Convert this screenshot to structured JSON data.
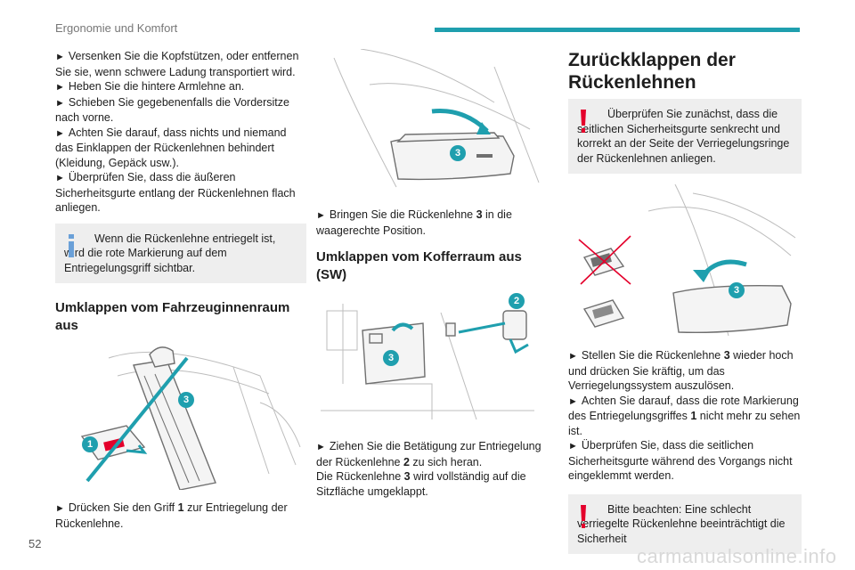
{
  "header": {
    "section_title": "Ergonomie und Komfort"
  },
  "footer": {
    "page_number": "52",
    "watermark": "carmanualsonline.info"
  },
  "colors": {
    "accent": "#1f9fae",
    "warning": "#e4002b",
    "info": "#6aa0d8",
    "note_bg": "#eeeeee"
  },
  "col1": {
    "bullets": [
      "Versenken Sie die Kopfstützen, oder entfernen Sie sie, wenn schwere Ladung transportiert wird.",
      "Heben Sie die hintere Armlehne an.",
      "Schieben Sie gegebenenfalls die Vordersitze nach vorne.",
      "Achten Sie darauf, dass nichts und niemand das Einklappen der Rückenlehnen behindert (Kleidung, Gepäck usw.).",
      "Überprüfen Sie, dass die äußeren Sicherheitsgurte entlang der Rückenlehnen flach anliegen."
    ],
    "info_note": "Wenn die Rückenlehne entriegelt ist, wird die rote Markierung auf dem Entriegelungsgriff sichtbar.",
    "heading": "Umklappen vom Fahrzeuginnenraum aus",
    "fig_labels": [
      "1",
      "3"
    ],
    "step_pre": "Drücken Sie den Griff ",
    "step_num": "1",
    "step_post": " zur Entriegelung der Rückenlehne."
  },
  "col2": {
    "fig1_label": "3",
    "step1_pre": "Bringen Sie die Rückenlehne ",
    "step1_num": "3",
    "step1_post": " in die waagerechte Position.",
    "heading": "Umklappen vom Kofferraum aus (SW)",
    "fig2_labels": [
      "2",
      "3"
    ],
    "step2_pre": "Ziehen Sie die Betätigung zur Entriegelung der Rückenlehne ",
    "step2_num": "2",
    "step2_post": " zu sich heran.",
    "line2_pre": "Die Rückenlehne ",
    "line2_num": "3",
    "line2_post": " wird vollständig auf die Sitzfläche umgeklappt."
  },
  "col3": {
    "heading": "Zurückklappen der Rückenlehnen",
    "warn_note": "Überprüfen Sie zunächst, dass die seitlichen Sicherheitsgurte senkrecht und korrekt an der Seite der Verriegelungsringe der Rückenlehnen anliegen.",
    "fig_label": "3",
    "b1_pre": "Stellen Sie die Rückenlehne ",
    "b1_num": "3",
    "b1_post": " wieder hoch und drücken Sie kräftig, um das Verriegelungssystem auszulösen.",
    "b2_pre": "Achten Sie darauf, dass die rote Markierung des Entriegelungsgriffes ",
    "b2_num": "1",
    "b2_post": " nicht mehr zu sehen ist.",
    "b3": "Überprüfen Sie, dass die seitlichen Sicherheitsgurte während des Vorgangs nicht eingeklemmt werden.",
    "warn_note2": "Bitte beachten: Eine schlecht verriegelte Rückenlehne beeinträchtigt die Sicherheit"
  }
}
